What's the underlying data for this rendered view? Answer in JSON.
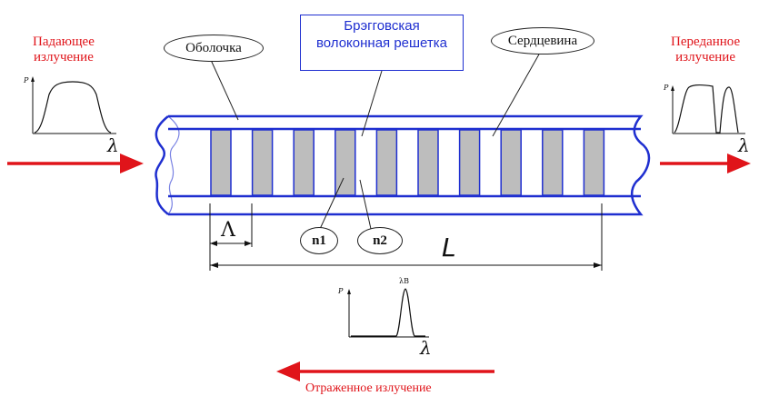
{
  "labels": {
    "incident": [
      "Падающее",
      "излучение"
    ],
    "transmitted": [
      "Переданное",
      "излучение"
    ],
    "reflected": "Отраженное излучение",
    "cladding": "Оболочка",
    "grating": [
      "Брэгговская",
      "волоконная решетка"
    ],
    "core": "Сердцевина",
    "n1": "n1",
    "n2": "n2",
    "period": "Λ",
    "length": "L",
    "axis_p": "P",
    "axis_lambda": "λ",
    "lambda_b": "λB"
  },
  "colors": {
    "fiber_outline": "#1f2fd0",
    "arrow_red": "#e0141a",
    "grating_stripe": "#bdbdbd",
    "label_box_border": "#1f2fd0"
  },
  "grating": {
    "stripe_count": 10
  }
}
